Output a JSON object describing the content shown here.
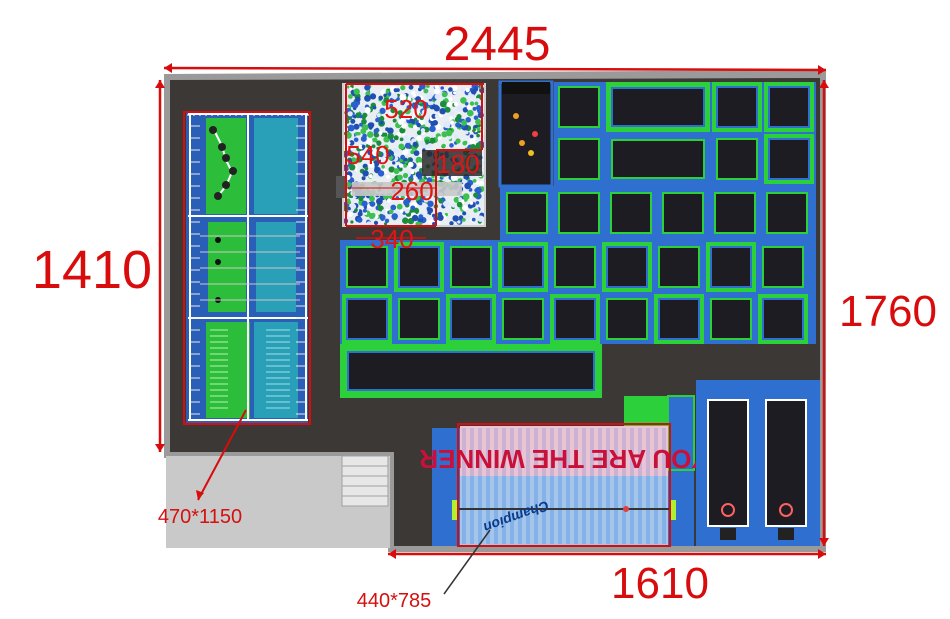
{
  "dimensions": {
    "width": "2445",
    "height_left": "1410",
    "height_right": "1760",
    "bottom": "1610"
  },
  "foam_pit": {
    "width_label": "520",
    "height_label": "540",
    "right_label": "180",
    "inner_label": "260",
    "bottom_label": "340"
  },
  "callouts": {
    "ninja_course": "470*1150",
    "dodgeball_court": "440*785"
  },
  "banner": {
    "headline": "YOU ARE THE WINNER",
    "logo": "Champion"
  },
  "colors": {
    "dimension_red": "#d80c0c",
    "floor": "#3b3836",
    "trampoline_blue": "#2f6fd0",
    "trampoline_green": "#2cd03a",
    "mat_black": "#1c1c22"
  }
}
